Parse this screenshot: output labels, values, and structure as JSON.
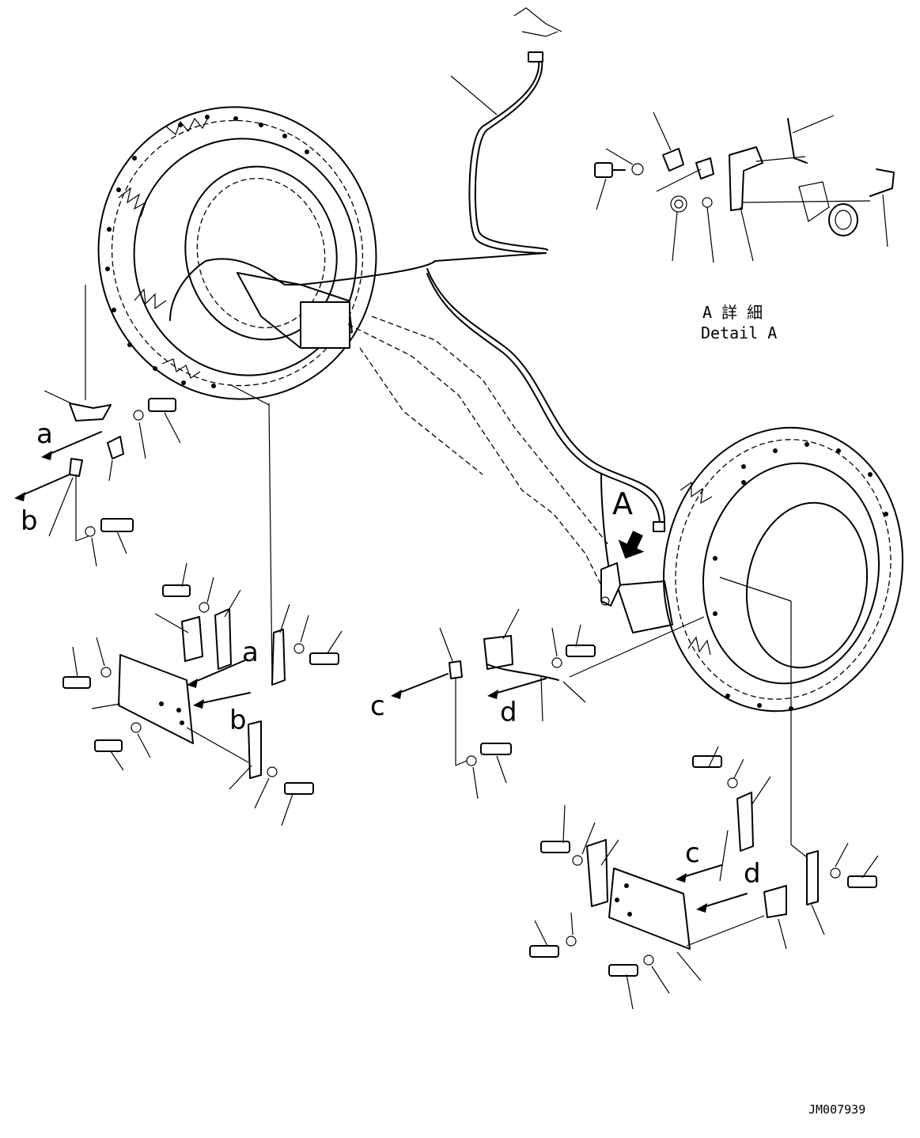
{
  "detail": {
    "title_jp": "A 詳 細",
    "title_en": "Detail A"
  },
  "view_arrow_label": "A",
  "connection_labels": {
    "a_left": "a",
    "b_left": "b",
    "a_center": "a",
    "b_center": "b",
    "c_center": "c",
    "d_center": "d",
    "c_right": "c",
    "d_right": "d"
  },
  "drawing_number": "JM007939"
}
